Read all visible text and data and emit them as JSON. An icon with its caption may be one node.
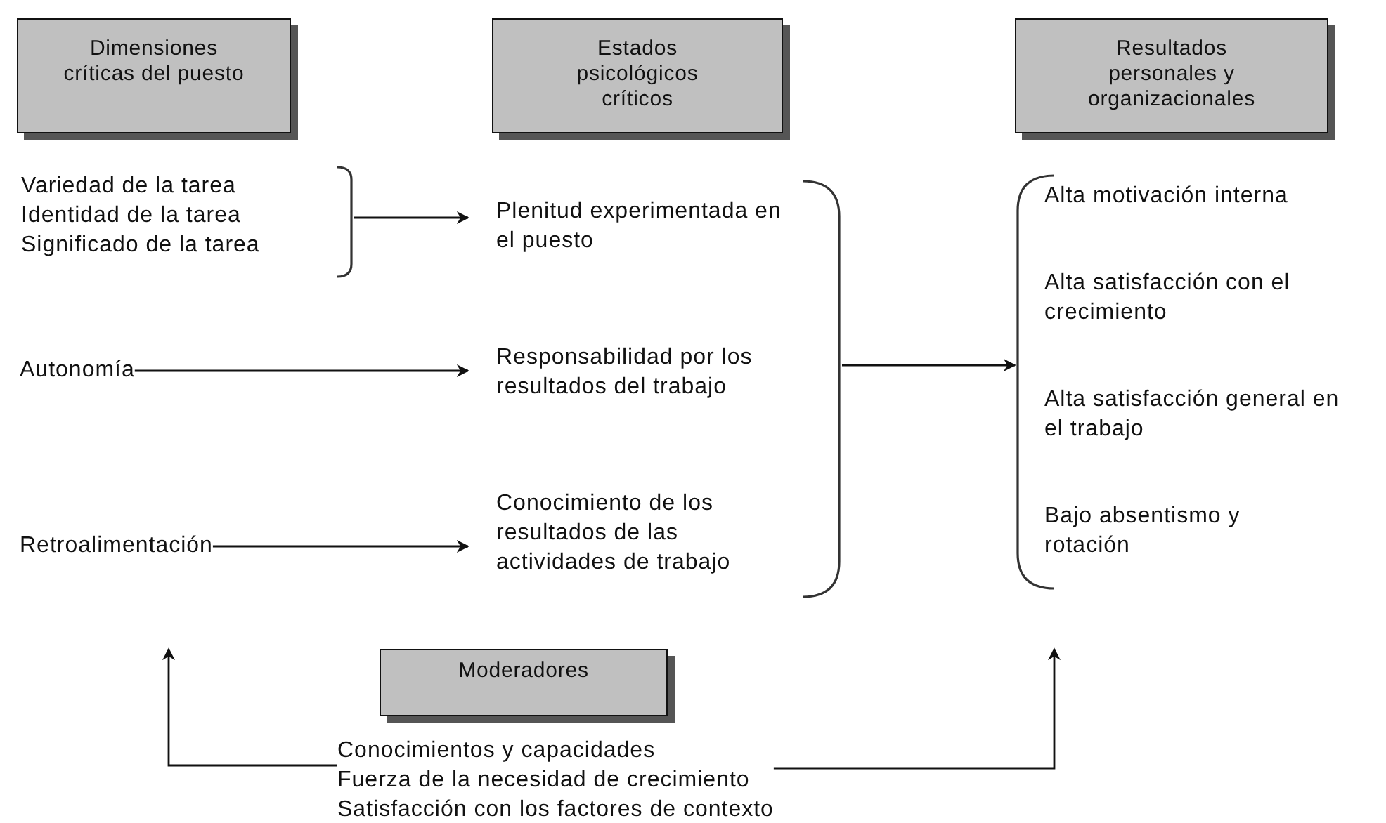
{
  "diagram": {
    "nodes": [
      {
        "text": [
          "Dimensiones críticas del puesto"
        ]
      },
      {
        "text": [
          "Estados psicológicos críticos"
        ]
      },
      {
        "text": [
          "Resultados personales y organizacionales"
        ]
      },
      {
        "text": [
          "Variedad de la tarea",
          "Identidad de la tarea",
          "Significado de la tarea"
        ]
      },
      {
        "text": [
          "Autonomía"
        ]
      },
      {
        "text": [
          "Retroalimentación"
        ]
      },
      {
        "text": [],
        "shape": "bracket"
      },
      {
        "text": [
          "Plenitud experimentada en el puesto"
        ],
        "in": 6
      },
      {
        "text": [
          "Responsabilidad por los resultados del trabajo"
        ],
        "in": 6
      },
      {
        "text": [
          "Conocimiento de los resultados de las actividades de trabajo"
        ],
        "in": 6
      },
      {
        "text": [],
        "shape": "bracket"
      },
      {
        "text": [
          "Alta motivación interna"
        ],
        "in": 10
      },
      {
        "text": [
          "Alta satisfacción con el crecimiento"
        ],
        "in": 10
      },
      {
        "text": [
          "Alta satisfacción general en el trabajo"
        ],
        "in": 10
      },
      {
        "text": [
          "Bajo absentismo y rotación"
        ],
        "in": 10
      },
      {
        "text": [
          "Moderadores"
        ]
      },
      {
        "text": [
          "Conocimientos y capacidades",
          "Fuerza de la necesidad de crecimiento",
          "Satisfacción con los factores de contexto"
        ]
      }
    ],
    "edges": [
      {
        "from": 3,
        "to": 7,
        "arrow": "to"
      },
      {
        "from": 4,
        "to": 8,
        "arrow": "to"
      },
      {
        "from": 5,
        "to": 9,
        "arrow": "to"
      },
      {
        "from": 6,
        "to": 10,
        "arrow": "to"
      },
      {
        "from": 16,
        "to": null,
        "arrow": "to"
      },
      {
        "from": 16,
        "to": null,
        "arrow": "to"
      }
    ]
  }
}
